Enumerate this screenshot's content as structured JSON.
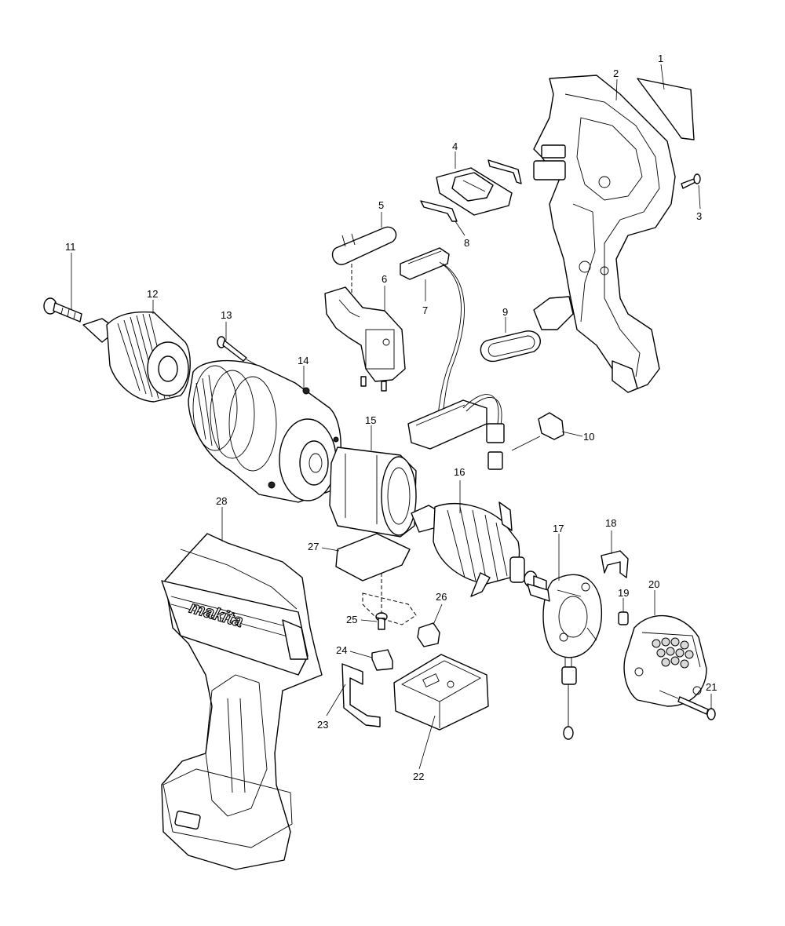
{
  "diagram": {
    "brand_text": "makita",
    "callouts": [
      {
        "id": "c1",
        "label": "1"
      },
      {
        "id": "c2",
        "label": "2"
      },
      {
        "id": "c3",
        "label": "3"
      },
      {
        "id": "c4",
        "label": "4"
      },
      {
        "id": "c5",
        "label": "5"
      },
      {
        "id": "c6",
        "label": "6"
      },
      {
        "id": "c7",
        "label": "7"
      },
      {
        "id": "c8",
        "label": "8"
      },
      {
        "id": "c9",
        "label": "9"
      },
      {
        "id": "c10",
        "label": "10"
      },
      {
        "id": "c11",
        "label": "11"
      },
      {
        "id": "c12",
        "label": "12"
      },
      {
        "id": "c13",
        "label": "13"
      },
      {
        "id": "c14",
        "label": "14"
      },
      {
        "id": "c15",
        "label": "15"
      },
      {
        "id": "c16",
        "label": "16"
      },
      {
        "id": "c17",
        "label": "17"
      },
      {
        "id": "c18",
        "label": "18"
      },
      {
        "id": "c19",
        "label": "19"
      },
      {
        "id": "c20",
        "label": "20"
      },
      {
        "id": "c21",
        "label": "21"
      },
      {
        "id": "c22",
        "label": "22"
      },
      {
        "id": "c23",
        "label": "23"
      },
      {
        "id": "c24",
        "label": "24"
      },
      {
        "id": "c25",
        "label": "25"
      },
      {
        "id": "c26",
        "label": "26"
      },
      {
        "id": "c27",
        "label": "27"
      },
      {
        "id": "c28",
        "label": "28"
      }
    ]
  }
}
